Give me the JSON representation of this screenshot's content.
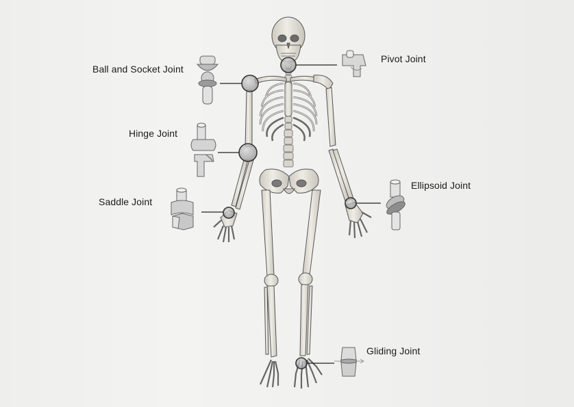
{
  "labels": {
    "ball_and_socket": "Ball and Socket Joint",
    "hinge": "Hinge Joint",
    "saddle": "Saddle Joint",
    "pivot": "Pivot Joint",
    "ellipsoid": "Ellipsoid Joint",
    "gliding": "Gliding Joint"
  },
  "colors": {
    "bone": "#e4e1d9",
    "bone_shade": "#bdb9ad",
    "outline": "#4a4a4a",
    "joint_fill": "#9a9a9a",
    "leader_line": "#222222",
    "background": "#f3f3f2"
  }
}
